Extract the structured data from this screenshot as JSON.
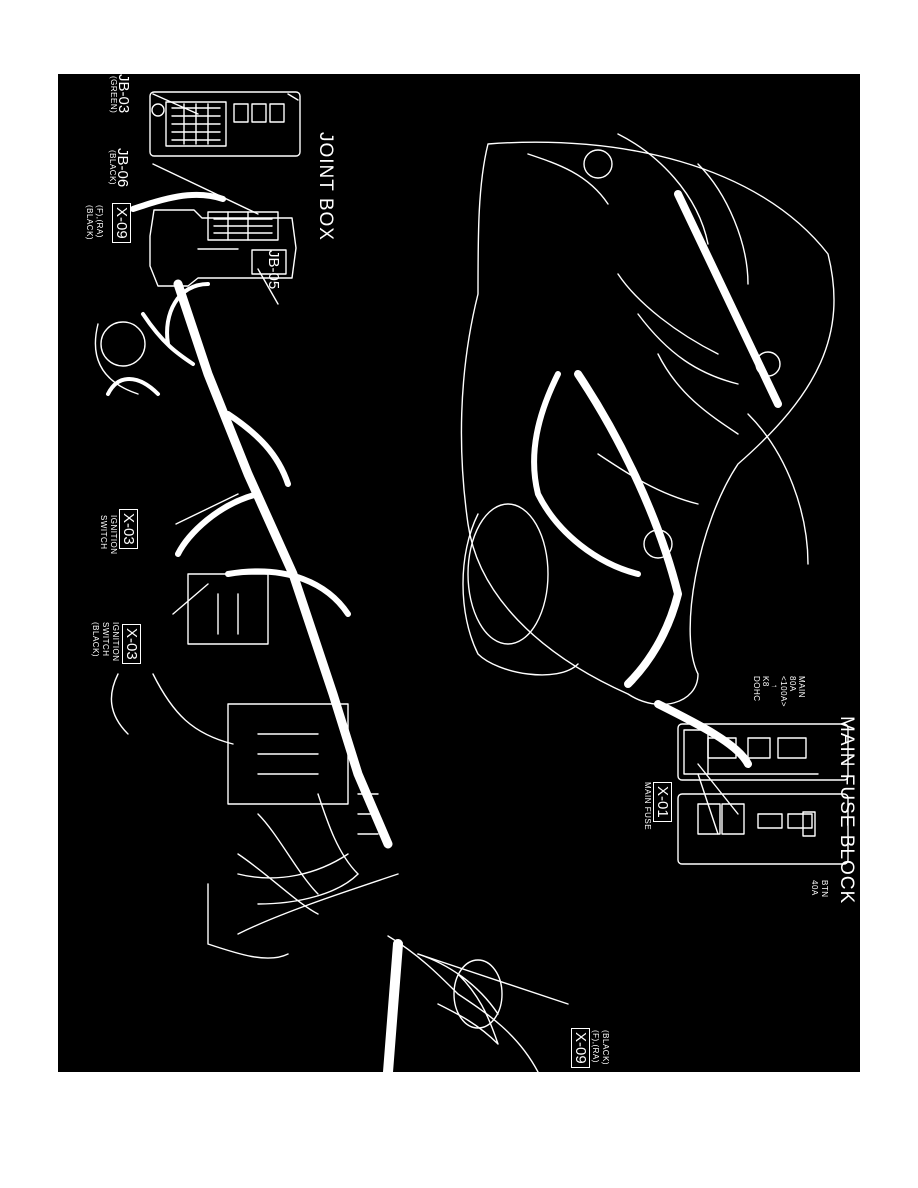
{
  "colors": {
    "background": "#000000",
    "linework": "#ffffff",
    "page": "#ffffff"
  },
  "joint_box": {
    "title": "JOINT BOX",
    "jb03": {
      "code": "JB-03",
      "color": "(GREEN)"
    },
    "jb06": {
      "code": "JB-06",
      "color": "(BLACK)"
    },
    "jb05": {
      "code": "JB-05"
    },
    "x09": {
      "code": "X-09",
      "variant": "(F),(RA)",
      "color": "(BLACK)"
    }
  },
  "ignition": {
    "x03_a": {
      "code": "X-03",
      "line1": "IGNITION",
      "line2": "SWITCH"
    },
    "x03_b": {
      "code": "X-03",
      "line1": "IGNITION",
      "line2": "SWITCH",
      "line3": "(BLACK)"
    }
  },
  "main_fuse_block": {
    "title": "MAIN FUSE BLOCK",
    "main_label": {
      "line1": "MAIN",
      "line2": "80A",
      "line3": "<100A>",
      "line4": "↑",
      "line5": "K8",
      "line6": "DOHC"
    },
    "btn_label": {
      "line1": "BTN",
      "line2": "40A"
    },
    "x01": {
      "code": "X-01",
      "caption": "MAIN FUSE"
    }
  },
  "bottom_inset": {
    "x09": {
      "code": "X-09",
      "variant": "(F),(RA)",
      "color": "(BLACK)"
    }
  }
}
